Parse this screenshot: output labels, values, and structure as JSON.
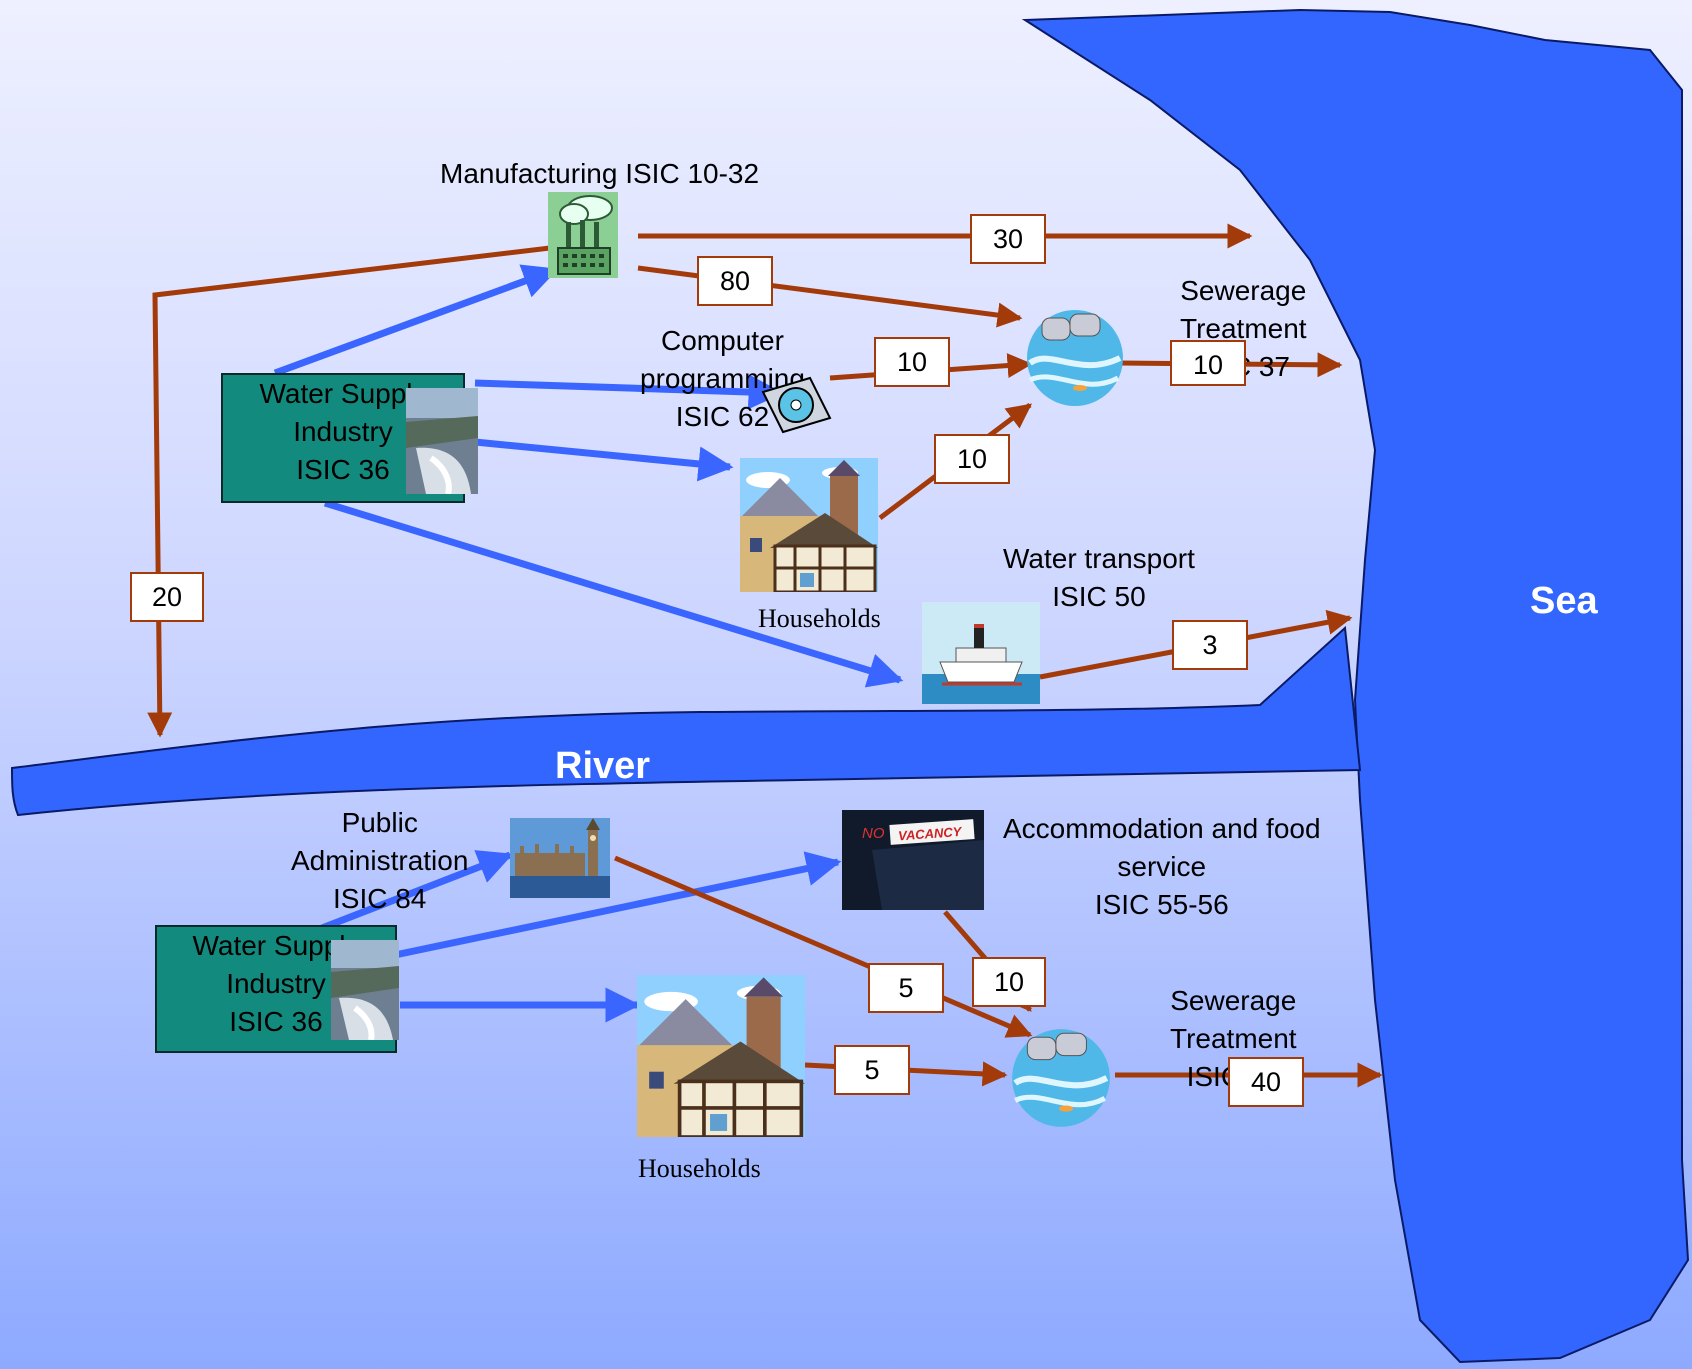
{
  "water_bodies": {
    "sea_label": "Sea",
    "river_label": "River",
    "colors": {
      "water": "#3366ff",
      "outline": "#0a1a66"
    }
  },
  "arrow_colors": {
    "supply": "#3a66ff",
    "return": "#a33a0a"
  },
  "top": {
    "manufacturing": {
      "label": "Manufacturing ISIC 10-32",
      "icon": "factory-icon"
    },
    "water_supply": {
      "label": "Water Supply\nIndustry\nISIC 36",
      "icon": "dam-icon"
    },
    "computer": {
      "label": "Computer\nprogramming\nISIC 62",
      "icon": "disk-icon"
    },
    "households": {
      "label": "Households",
      "icon": "houses-icon"
    },
    "sewerage": {
      "label": "Sewerage\nTreatment\nISIC 37",
      "icon": "sewage-outfall-icon"
    },
    "water_transport": {
      "label": "Water transport\nISIC 50",
      "icon": "ship-icon"
    },
    "flows": {
      "manufacturing_to_sea": "30",
      "manufacturing_to_sewerage": "80",
      "computer_to_sewerage": "10",
      "households_to_sewerage": "10",
      "sewerage_to_sea": "10",
      "transport_to_sea": "3",
      "manufacturing_to_river": "20"
    }
  },
  "bottom": {
    "public_admin": {
      "label": "Public\nAdministration\nISIC 84",
      "icon": "parliament-icon"
    },
    "water_supply": {
      "label": "Water Supply\nIndustry\nISIC 36",
      "icon": "dam-icon"
    },
    "accommodation": {
      "label": "Accommodation and food\nservice\nISIC 55-56",
      "icon": "no-vacancy-sign-icon",
      "sign_text": "VACANCY",
      "sign_prefix": "NO"
    },
    "households": {
      "label": "Households",
      "icon": "houses-icon"
    },
    "sewerage": {
      "label": "Sewerage\nTreatment\nISIC 37",
      "icon": "sewage-outfall-icon"
    },
    "flows": {
      "admin_to_sewerage": "5",
      "accommodation_to_sewerage": "10",
      "households_to_sewerage": "5",
      "sewerage_to_sea": "40"
    }
  }
}
